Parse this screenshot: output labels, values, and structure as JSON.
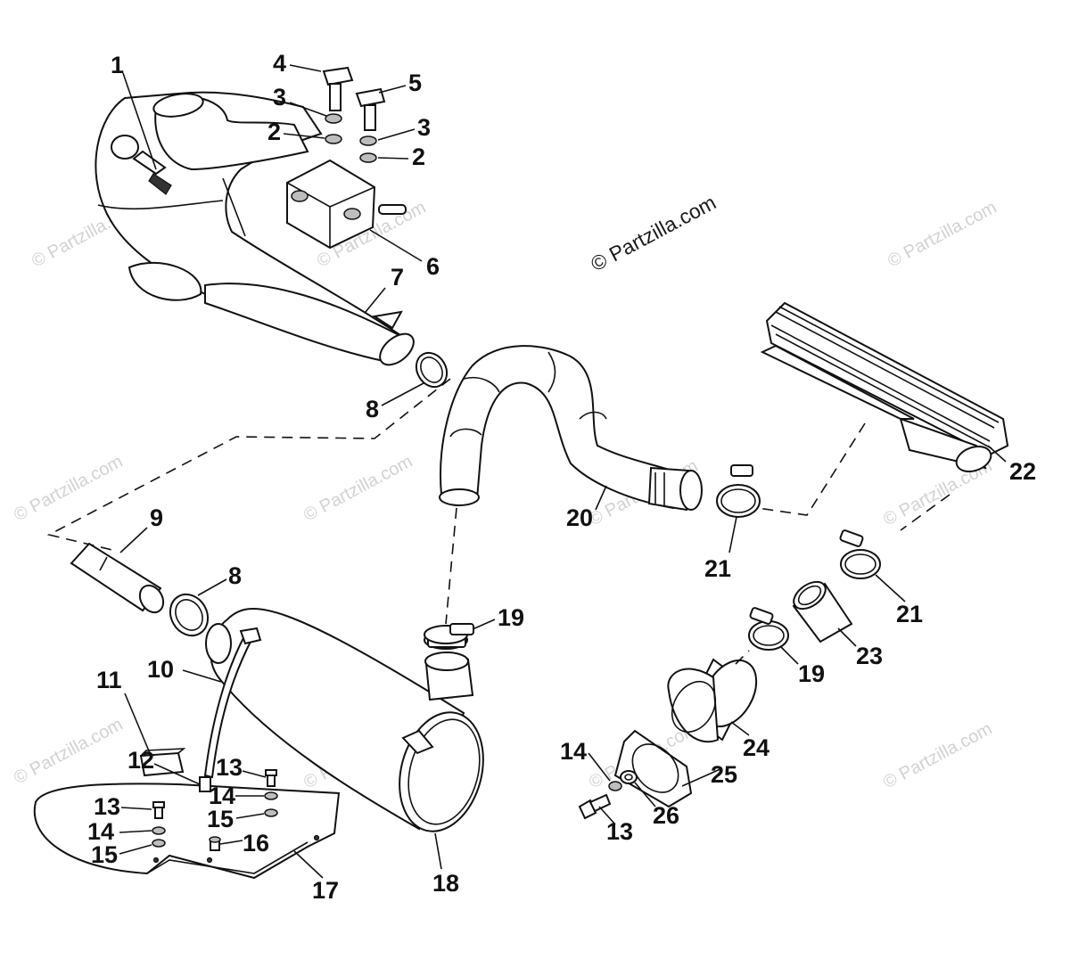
{
  "copyright": "© Partzilla.com",
  "watermark": "© Partzilla.com",
  "callouts": [
    {
      "id": "c1",
      "text": "1"
    },
    {
      "id": "c4",
      "text": "4"
    },
    {
      "id": "c5",
      "text": "5"
    },
    {
      "id": "c3a",
      "text": "3"
    },
    {
      "id": "c3b",
      "text": "3"
    },
    {
      "id": "c2a",
      "text": "2"
    },
    {
      "id": "c2b",
      "text": "2"
    },
    {
      "id": "c6",
      "text": "6"
    },
    {
      "id": "c7",
      "text": "7"
    },
    {
      "id": "c8a",
      "text": "8"
    },
    {
      "id": "c8b",
      "text": "8"
    },
    {
      "id": "c9",
      "text": "9"
    },
    {
      "id": "c10",
      "text": "10"
    },
    {
      "id": "c11",
      "text": "11"
    },
    {
      "id": "c12",
      "text": "12"
    },
    {
      "id": "c13a",
      "text": "13"
    },
    {
      "id": "c13b",
      "text": "13"
    },
    {
      "id": "c13c",
      "text": "13"
    },
    {
      "id": "c14a",
      "text": "14"
    },
    {
      "id": "c14b",
      "text": "14"
    },
    {
      "id": "c14c",
      "text": "14"
    },
    {
      "id": "c15a",
      "text": "15"
    },
    {
      "id": "c15b",
      "text": "15"
    },
    {
      "id": "c16",
      "text": "16"
    },
    {
      "id": "c17",
      "text": "17"
    },
    {
      "id": "c18",
      "text": "18"
    },
    {
      "id": "c19a",
      "text": "19"
    },
    {
      "id": "c19b",
      "text": "19"
    },
    {
      "id": "c20",
      "text": "20"
    },
    {
      "id": "c21a",
      "text": "21"
    },
    {
      "id": "c21b",
      "text": "21"
    },
    {
      "id": "c22",
      "text": "22"
    },
    {
      "id": "c23",
      "text": "23"
    },
    {
      "id": "c24",
      "text": "24"
    },
    {
      "id": "c25",
      "text": "25"
    },
    {
      "id": "c26",
      "text": "26"
    }
  ]
}
